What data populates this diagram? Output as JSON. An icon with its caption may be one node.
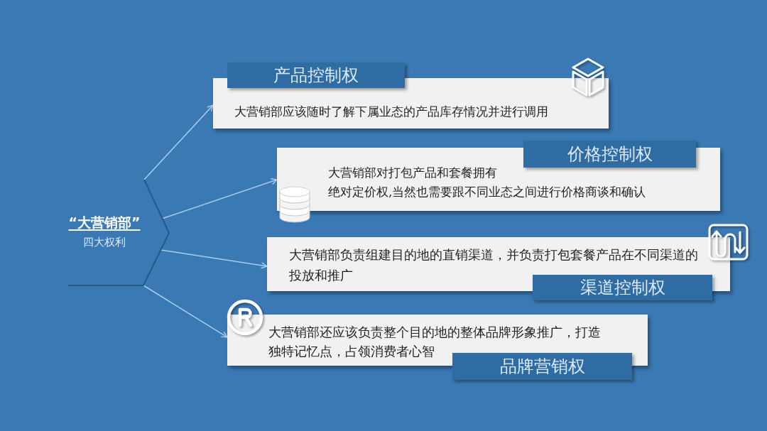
{
  "diagram": {
    "nodes": [
      {
        "text": [
          "“大营销部”",
          "四大权利"
        ]
      },
      {
        "text": [
          "产品控制权",
          "大营销部应该随时了解下属业态的产品库存情况并进行调用"
        ]
      },
      {
        "text": [
          "价格控制权",
          "大营销部对打包产品和套餐拥有绝对定价权,当然也需要跟不同业态之间进行价格商谈和确认"
        ]
      },
      {
        "text": [
          "大营销部负责组建目的地的直销渠道，并负责打包套餐产品在不同渠道的投放和推广",
          "渠道控制权"
        ]
      },
      {
        "text": [
          "大营销部还应该负责整个目的地的整体品牌形象推广，打造独特记忆点，占领消费者心智",
          "品牌营销权"
        ]
      }
    ],
    "edges": [
      {
        "from": 0,
        "to": 1,
        "arrow": "to"
      },
      {
        "from": 0,
        "to": 2,
        "arrow": "to"
      },
      {
        "from": 0,
        "to": 3,
        "arrow": "to"
      },
      {
        "from": 0,
        "to": 4,
        "arrow": "to"
      }
    ]
  }
}
